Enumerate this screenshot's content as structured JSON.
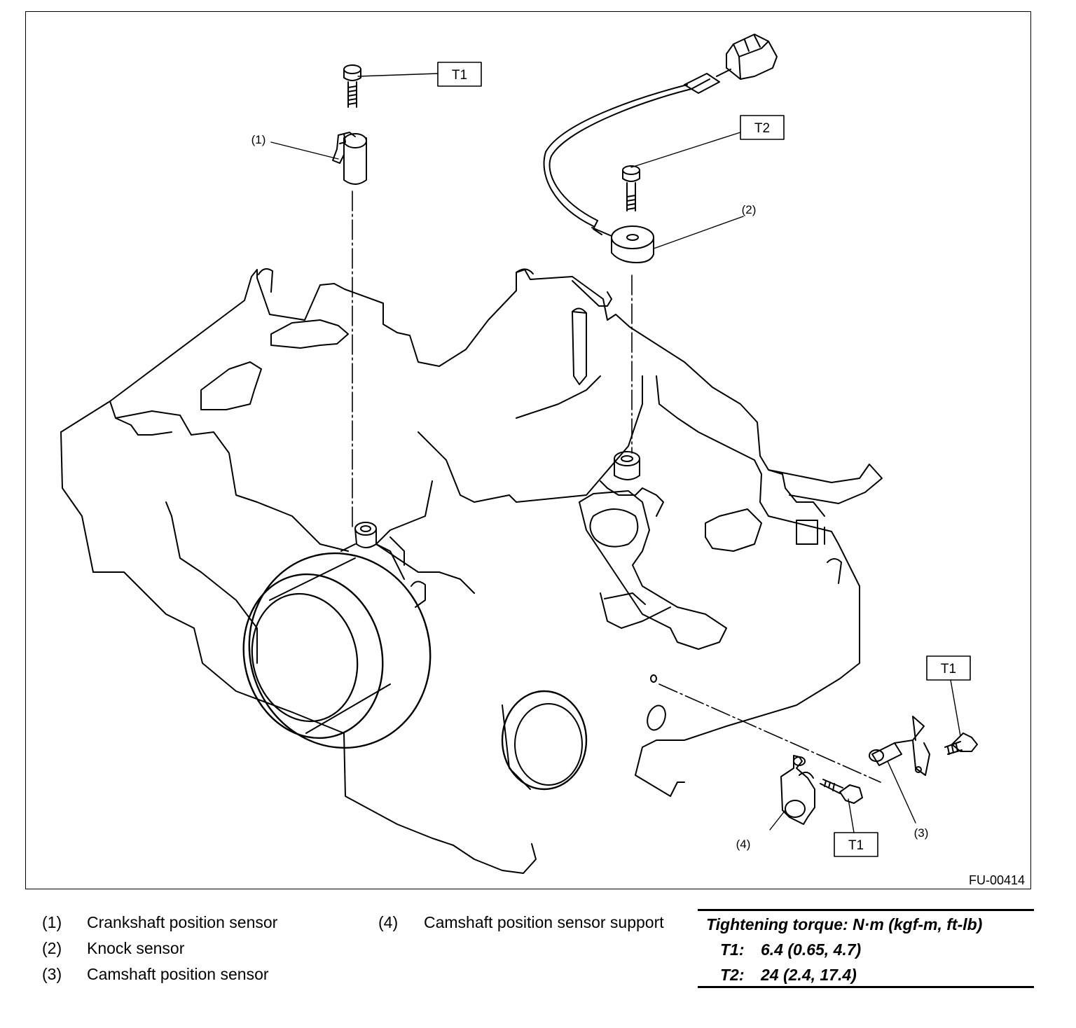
{
  "figure": {
    "code": "FU-00414",
    "callouts": {
      "c1": "(1)",
      "c2": "(2)",
      "c3": "(3)",
      "c4": "(4)"
    },
    "torque_tags": {
      "t1_top": "T1",
      "t2": "T2",
      "t1_right": "T1",
      "t1_bottom": "T1"
    }
  },
  "legend": [
    {
      "num": "(1)",
      "label": "Crankshaft position sensor"
    },
    {
      "num": "(2)",
      "label": "Knock sensor"
    },
    {
      "num": "(3)",
      "label": "Camshaft position sensor"
    },
    {
      "num": "(4)",
      "label": "Camshaft position sensor support"
    }
  ],
  "torque": {
    "title": "Tightening torque: N·m (kgf-m, ft-lb)",
    "rows": [
      {
        "key": "T1:",
        "value": "6.4 (0.65, 4.7)"
      },
      {
        "key": "T2:",
        "value": "24 (2.4, 17.4)"
      }
    ]
  }
}
